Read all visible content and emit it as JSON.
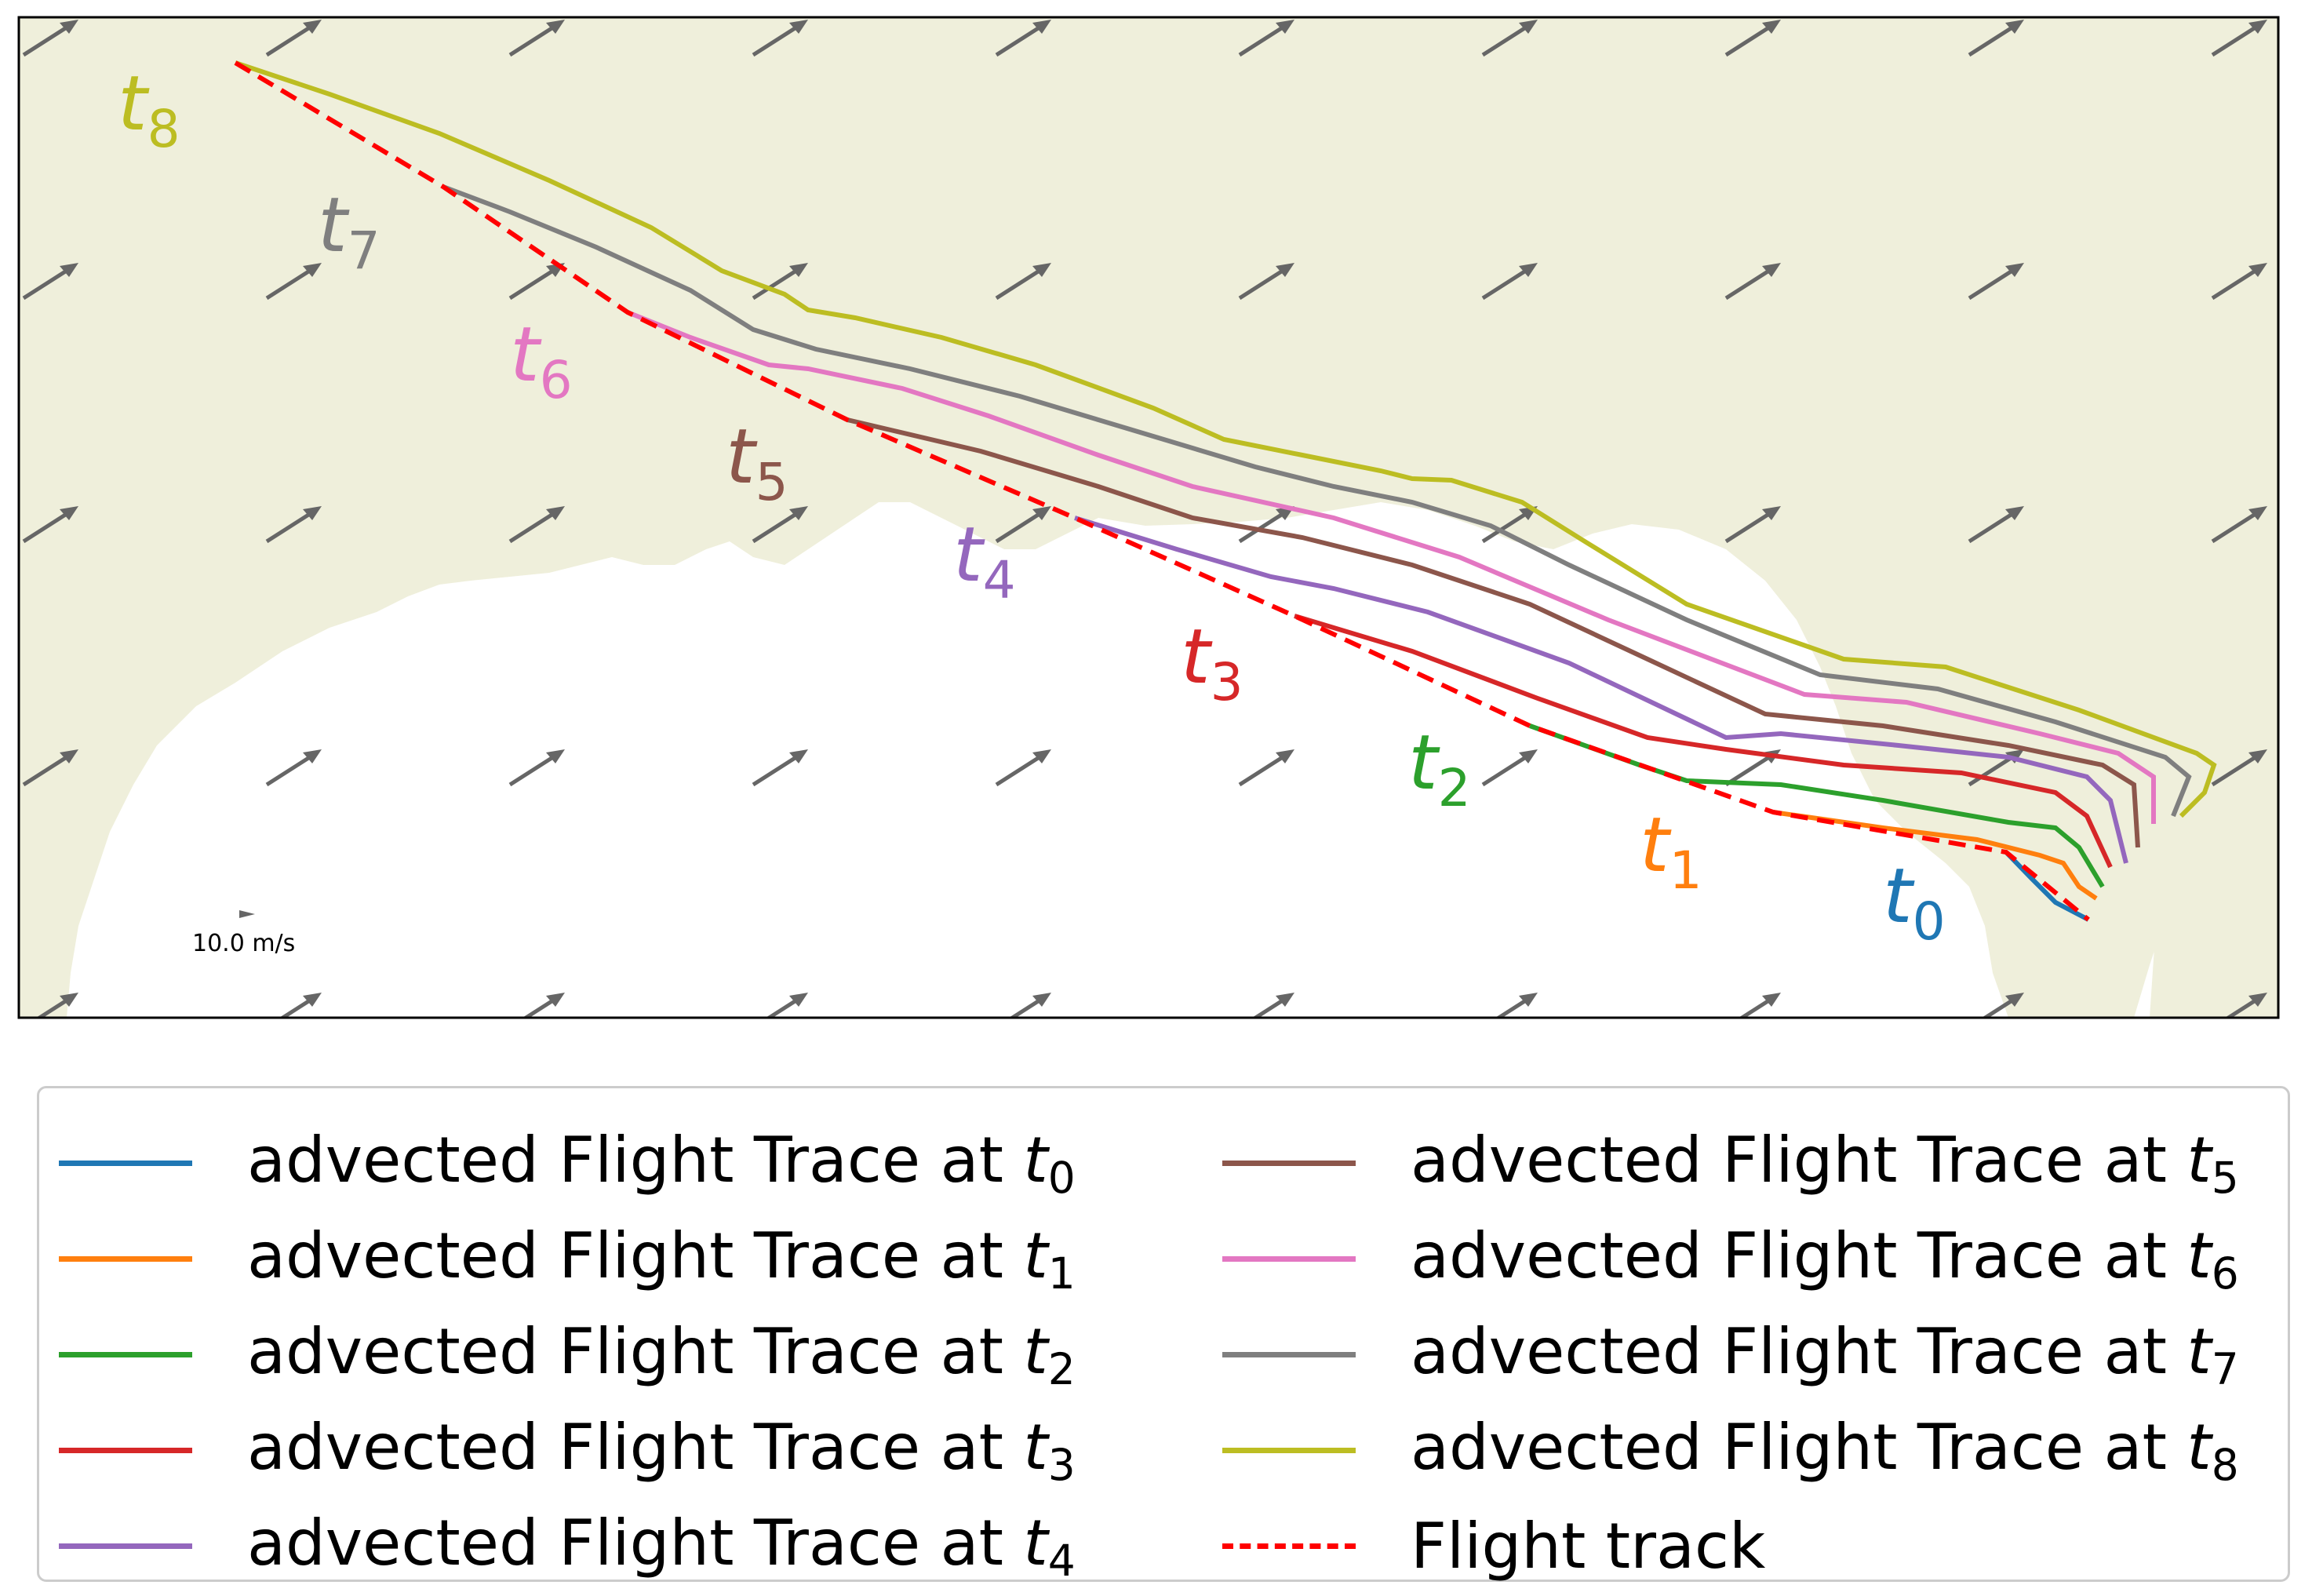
{
  "scale": {
    "label": "10.0 m/s"
  },
  "map_labels": [
    {
      "base": "t",
      "sub": "8",
      "color": "#bcbd22"
    },
    {
      "base": "t",
      "sub": "7",
      "color": "#7f7f7f"
    },
    {
      "base": "t",
      "sub": "6",
      "color": "#e377c2"
    },
    {
      "base": "t",
      "sub": "5",
      "color": "#8c564b"
    },
    {
      "base": "t",
      "sub": "4",
      "color": "#9467bd"
    },
    {
      "base": "t",
      "sub": "3",
      "color": "#d62728"
    },
    {
      "base": "t",
      "sub": "2",
      "color": "#2ca02c"
    },
    {
      "base": "t",
      "sub": "1",
      "color": "#ff7f0e"
    },
    {
      "base": "t",
      "sub": "0",
      "color": "#1f77b4"
    }
  ],
  "legend": {
    "entries": [
      {
        "text": "advected Flight Trace at ",
        "base": "t",
        "sub": "0",
        "color": "#1f77b4"
      },
      {
        "text": "advected Flight Trace at ",
        "base": "t",
        "sub": "1",
        "color": "#ff7f0e"
      },
      {
        "text": "advected Flight Trace at ",
        "base": "t",
        "sub": "2",
        "color": "#2ca02c"
      },
      {
        "text": "advected Flight Trace at ",
        "base": "t",
        "sub": "3",
        "color": "#d62728"
      },
      {
        "text": "advected Flight Trace at ",
        "base": "t",
        "sub": "4",
        "color": "#9467bd"
      },
      {
        "text": "advected Flight Trace at ",
        "base": "t",
        "sub": "5",
        "color": "#8c564b"
      },
      {
        "text": "advected Flight Trace at ",
        "base": "t",
        "sub": "6",
        "color": "#e377c2"
      },
      {
        "text": "advected Flight Trace at ",
        "base": "t",
        "sub": "7",
        "color": "#7f7f7f"
      },
      {
        "text": "advected Flight Trace at ",
        "base": "t",
        "sub": "8",
        "color": "#bcbd22"
      },
      {
        "text": "Flight track",
        "base": "",
        "sub": "",
        "color": "#ff0000",
        "dashed": true
      }
    ]
  },
  "colors": {
    "land": "#efefdb",
    "water": "#ffffff",
    "wind_arrow": "#666666",
    "flight_track": "#ff0000"
  }
}
